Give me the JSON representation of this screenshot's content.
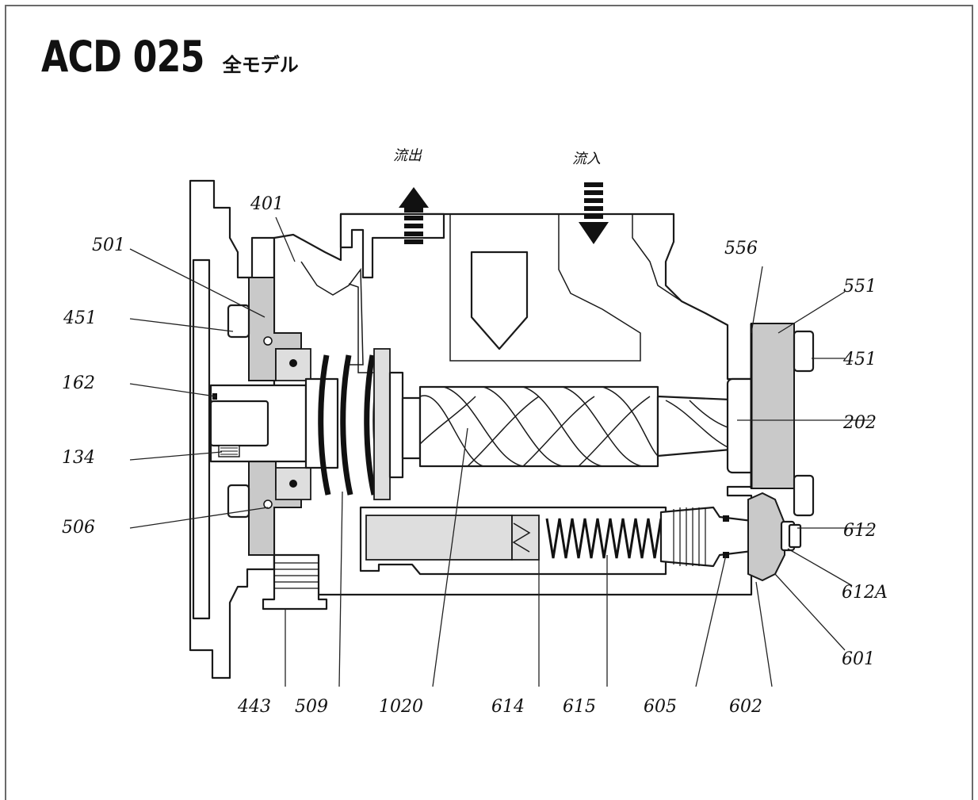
{
  "title": {
    "model": "ACD 025",
    "subtitle": "全モデル"
  },
  "flow": {
    "outlet": "流出",
    "inlet": "流入"
  },
  "labels": {
    "l401": "401",
    "l501": "501",
    "l451_left": "451",
    "l162": "162",
    "l134": "134",
    "l506": "506",
    "l556": "556",
    "l551": "551",
    "l451_right": "451",
    "l202": "202",
    "l612": "612",
    "l612A": "612A",
    "l601": "601",
    "l443": "443",
    "l509": "509",
    "l1020": "1020",
    "l614": "614",
    "l615": "615",
    "l605": "605",
    "l602": "602"
  }
}
